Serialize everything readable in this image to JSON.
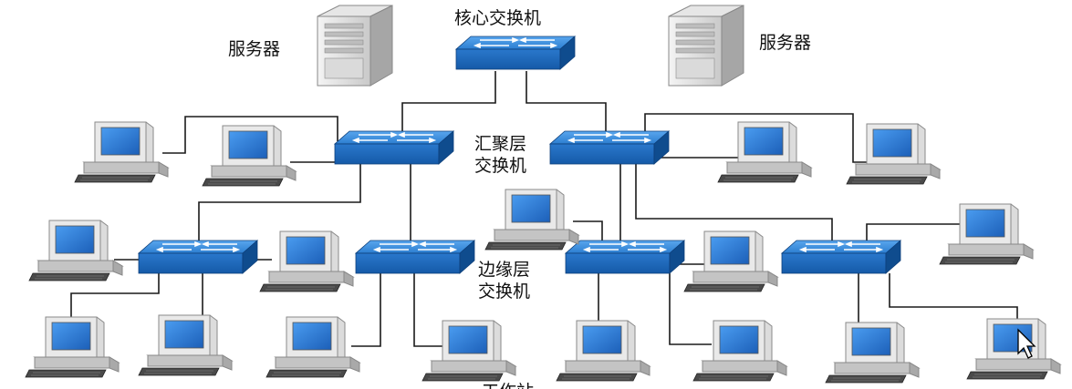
{
  "labels": {
    "core_switch": "核心交换机",
    "server": "服务器",
    "aggregation_line1": "汇聚层",
    "aggregation_line2": "交换机",
    "edge_line1": "边缘层",
    "edge_line2": "交换机",
    "bottom_cut_text": "工作站"
  },
  "colors": {
    "switch_top": "#2a7ccc",
    "switch_front": "#1d64b6",
    "screen": "#2b7fd8",
    "line": "#1a1a1a"
  }
}
